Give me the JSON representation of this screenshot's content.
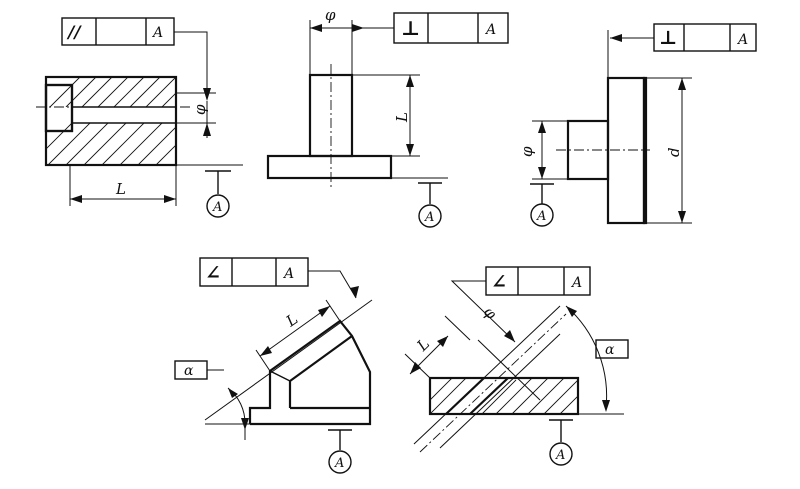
{
  "panels": {
    "parallelism": {
      "frame": {
        "symbol": "//",
        "datum": "A"
      },
      "dims": {
        "diameter": "φ",
        "length": "L"
      },
      "datum_label": "A"
    },
    "perpendicularity_shaft": {
      "frame": {
        "symbol": "⊥",
        "datum": "A"
      },
      "dims": {
        "diameter": "φ",
        "length": "L"
      },
      "datum_label": "A"
    },
    "perpendicularity_face": {
      "frame": {
        "symbol": "⊥",
        "datum": "A"
      },
      "dims": {
        "diameter": "φ",
        "d": "d"
      },
      "datum_label": "A"
    },
    "angularity_surface": {
      "frame": {
        "symbol": "∠",
        "datum": "A"
      },
      "dims": {
        "length": "L",
        "alpha": "α"
      },
      "datum_label": "A"
    },
    "angularity_hole": {
      "frame": {
        "symbol": "∠",
        "datum": "A"
      },
      "dims": {
        "length": "L",
        "diameter": "φ",
        "alpha": "α"
      },
      "datum_label": "A"
    }
  }
}
